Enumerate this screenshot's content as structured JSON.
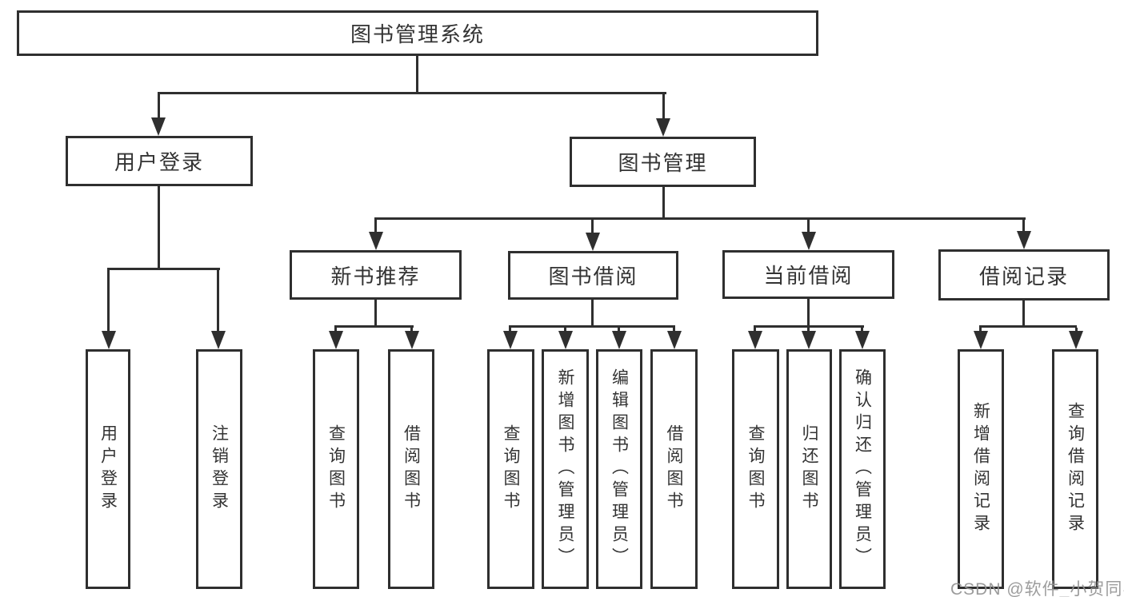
{
  "diagram": {
    "title": "图书管理系统",
    "level2": [
      {
        "label": "用户登录"
      },
      {
        "label": "图书管理"
      }
    ],
    "level3": [
      {
        "label": "新书推荐"
      },
      {
        "label": "图书借阅"
      },
      {
        "label": "当前借阅"
      },
      {
        "label": "借阅记录"
      }
    ],
    "leaves": [
      {
        "label": "用户登录"
      },
      {
        "label": "注销登录"
      },
      {
        "label": "查询图书"
      },
      {
        "label": "借阅图书"
      },
      {
        "label": "查询图书"
      },
      {
        "label": "新增图书（管理员）"
      },
      {
        "label": "编辑图书（管理员）"
      },
      {
        "label": "借阅图书"
      },
      {
        "label": "查询图书"
      },
      {
        "label": "归还图书"
      },
      {
        "label": "确认归还（管理员）"
      },
      {
        "label": "新增借阅记录"
      },
      {
        "label": "查询借阅记录"
      }
    ]
  },
  "watermark": "CSDN @软件_小贺同学",
  "colors": {
    "line": "#2f2f2f",
    "text": "#333333",
    "watermark": "#949494",
    "background": "#ffffff"
  }
}
